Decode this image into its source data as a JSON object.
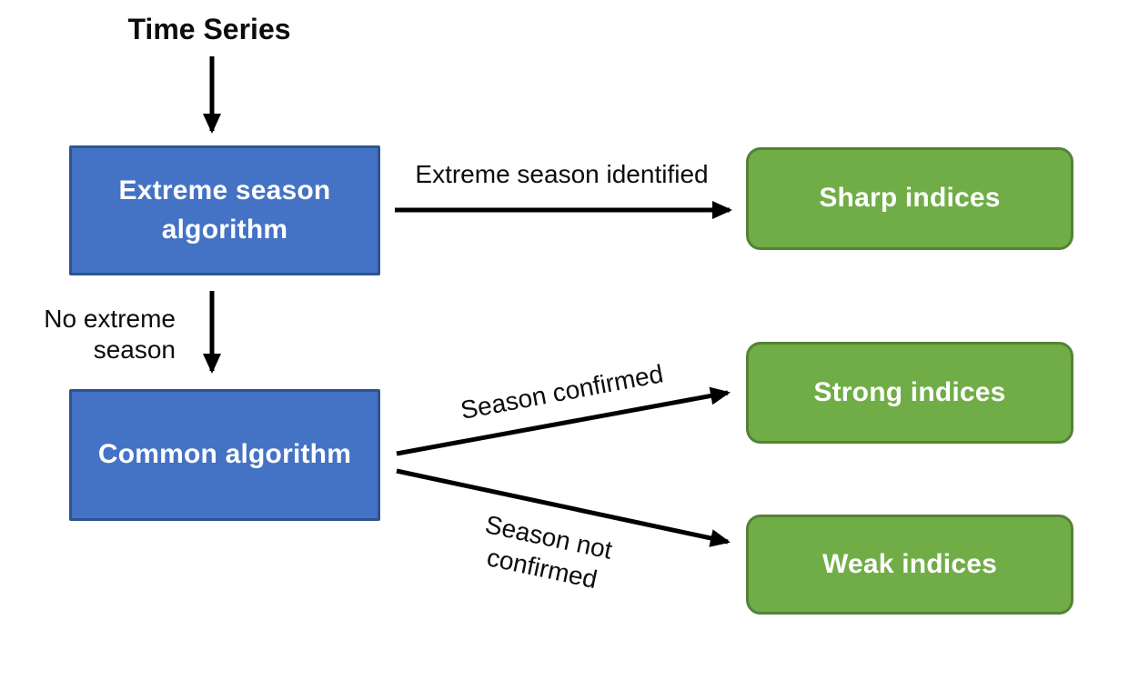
{
  "diagram": {
    "title": "Time Series",
    "nodes": {
      "extreme_algorithm": {
        "label_line1": "Extreme season",
        "label_line2": "algorithm"
      },
      "common_algorithm": {
        "label": "Common algorithm"
      },
      "sharp_indices": {
        "label": "Sharp indices"
      },
      "strong_indices": {
        "label": "Strong indices"
      },
      "weak_indices": {
        "label": "Weak indices"
      }
    },
    "edges": {
      "extreme_to_sharp": {
        "label": "Extreme season identified"
      },
      "extreme_to_common": {
        "label_line1": "No extreme",
        "label_line2": "season"
      },
      "common_to_strong": {
        "label": "Season confirmed"
      },
      "common_to_weak": {
        "label_line1": "Season not",
        "label_line2": "confirmed"
      }
    },
    "colors": {
      "process_fill": "#4472c4",
      "process_border": "#2f548f",
      "result_fill": "#70ad47",
      "result_border": "#548235",
      "arrow": "#000000",
      "text_dark": "#0c0c0c",
      "text_light": "#ffffff"
    }
  }
}
